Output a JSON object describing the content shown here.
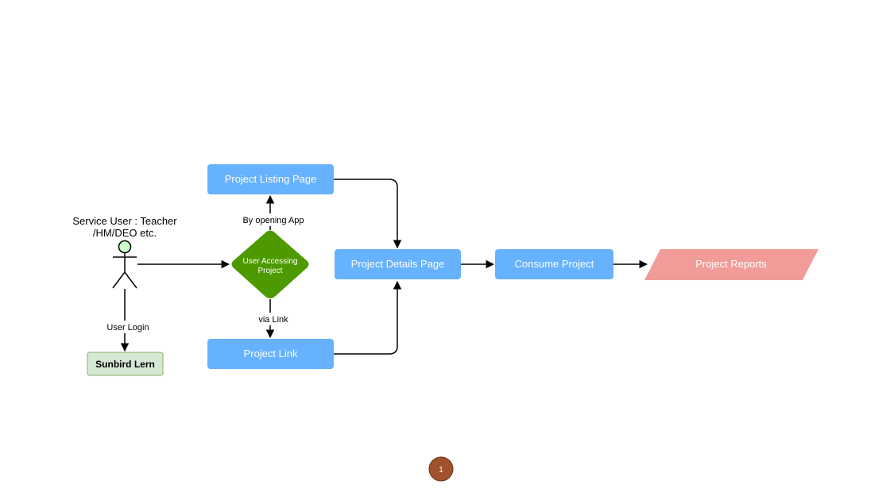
{
  "diagram": {
    "actor": {
      "label_line1": "Service User : Teacher",
      "label_line2": "/HM/DEO etc."
    },
    "nodes": {
      "sunbird": "Sunbird Lern",
      "decision_line1": "User Accessing",
      "decision_line2": "Project",
      "listing": "Project Listing Page",
      "link": "Project Link",
      "details": "Project Details Page",
      "consume": "Consume Project",
      "reports": "Project Reports"
    },
    "edges": {
      "user_login": "User Login",
      "by_opening_app": "By opening App",
      "via_link": "via Link"
    },
    "page_badge": "1"
  },
  "colors": {
    "process_box": "#66b2ff",
    "decision": "#4d9900",
    "reports": "#f19c99",
    "sunbird_fill": "#d5e8d4",
    "sunbird_stroke": "#82b366",
    "actor_head": "#ccffcc",
    "badge": "#a0522d",
    "line": "#000000"
  }
}
